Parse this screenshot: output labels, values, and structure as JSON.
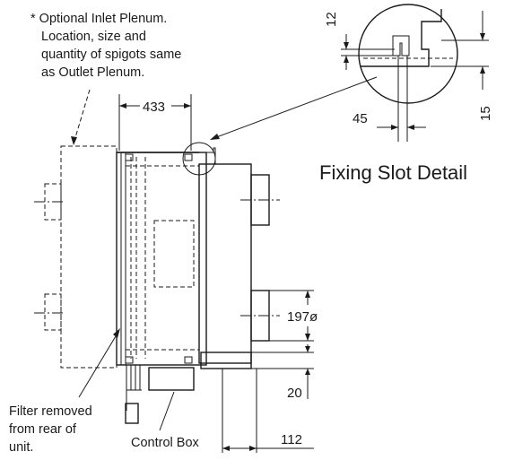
{
  "notes": {
    "optional_inlet": [
      "* Optional Inlet Plenum.",
      "Location, size and",
      "quantity of spigots same",
      "as Outlet Plenum."
    ],
    "filter": [
      "Filter removed",
      "from rear of",
      "unit."
    ],
    "control_box": "Control Box"
  },
  "detail": {
    "title": "Fixing Slot Detail",
    "dim_12": "12",
    "dim_15": "15",
    "dim_45": "45"
  },
  "dimensions": {
    "width_433": "433",
    "spigot_dia": "197ø",
    "offset_20": "20",
    "offset_112": "112"
  }
}
